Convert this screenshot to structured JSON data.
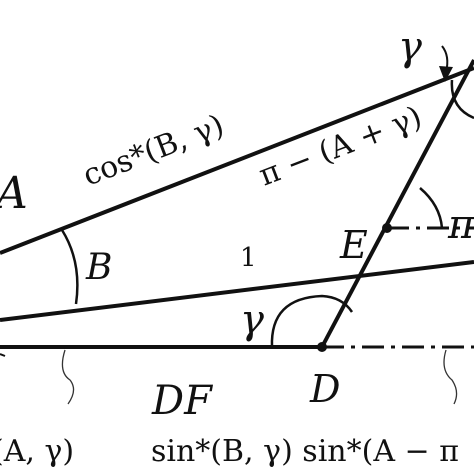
{
  "labels": {
    "A": "A",
    "B": "B",
    "gamma_top": "γ",
    "gamma_mid": "γ",
    "E": "E",
    "D": "D",
    "DF": "DF",
    "pi_partial": "π",
    "one": "1",
    "cos_expr": "cos*(B, γ)",
    "pi_minus_expr": "π − (A + γ)",
    "sin_product": "sin*(B, γ) sin*(A − π",
    "left_bottom": "(A, γ)"
  },
  "colors": {
    "stroke": "#111111",
    "background": "#ffffff"
  }
}
